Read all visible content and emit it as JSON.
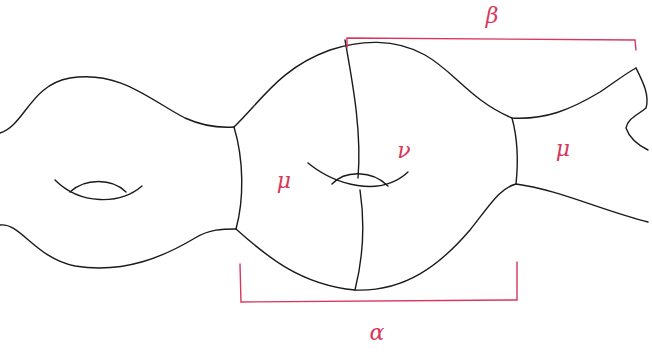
{
  "diagram": {
    "labels": [
      "β",
      "μ",
      "ν",
      "μ",
      "α"
    ]
  }
}
